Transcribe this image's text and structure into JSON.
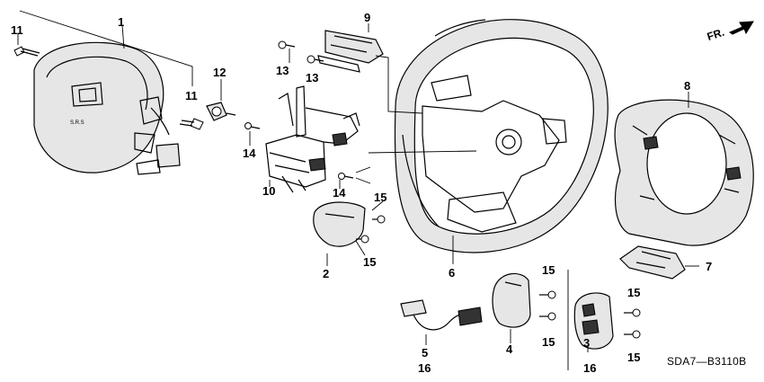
{
  "diagram": {
    "part_code": "SDA7—B3110B",
    "front_indicator": "FR.",
    "callouts": {
      "c1": "1",
      "c2": "2",
      "c3": "3",
      "c4": "4",
      "c5": "5",
      "c6": "6",
      "c7": "7",
      "c8": "8",
      "c9": "9",
      "c10": "10",
      "c11a": "11",
      "c11b": "11",
      "c12": "12",
      "c13a": "13",
      "c13b": "13",
      "c14a": "14",
      "c14b": "14",
      "c15a": "15",
      "c15b": "15",
      "c15c": "15",
      "c15d": "15",
      "c15e": "15",
      "c15f": "15",
      "c16a": "16",
      "c16b": "16"
    }
  }
}
